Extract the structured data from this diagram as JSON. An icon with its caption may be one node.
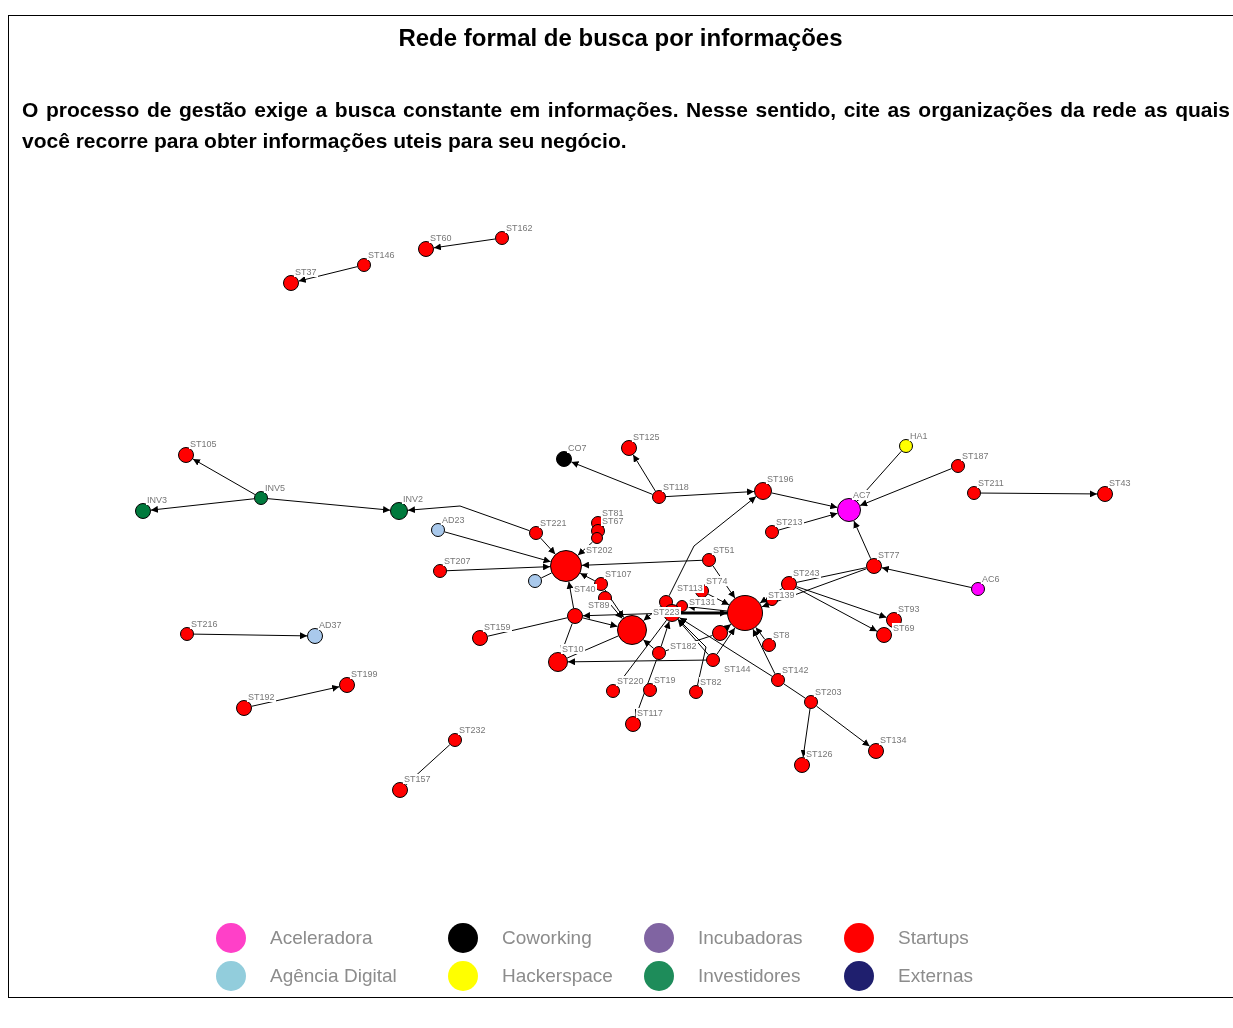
{
  "diagram": {
    "title": "Rede formal de busca por informações",
    "nodes": [
      {
        "text": [
          "ST162"
        ]
      },
      {
        "text": [
          "ST60"
        ]
      },
      {
        "text": [
          "ST146"
        ]
      },
      {
        "text": [
          "ST37"
        ]
      },
      {
        "text": [
          "ST105"
        ]
      },
      {
        "text": [
          "INV5"
        ]
      },
      {
        "text": [
          "INV3"
        ]
      },
      {
        "text": [
          "INV2"
        ]
      },
      {
        "text": [
          "AD23"
        ]
      },
      {
        "text": [
          "ST221"
        ]
      },
      {
        "text": [
          "ST81"
        ]
      },
      {
        "text": [
          "ST67"
        ]
      },
      {
        "text": [
          "ST125"
        ]
      },
      {
        "text": [
          "CO7"
        ]
      },
      {
        "text": [
          "ST118"
        ]
      },
      {
        "text": [
          "ST196"
        ]
      },
      {
        "text": [
          "HA1"
        ]
      },
      {
        "text": [
          "ST187"
        ]
      },
      {
        "text": [
          "AC7"
        ]
      },
      {
        "text": [
          "ST211"
        ]
      },
      {
        "text": [
          "ST43"
        ]
      },
      {
        "text": [
          "ST213"
        ]
      },
      {
        "text": [
          "ST202"
        ]
      },
      {
        "text": [],
        "shape": "circle"
      },
      {
        "text": [
          "ST207"
        ]
      },
      {
        "text": [],
        "shape": "circle"
      },
      {
        "text": [
          "ST51"
        ]
      },
      {
        "text": [
          "ST107"
        ]
      },
      {
        "text": [
          "ST40"
        ]
      },
      {
        "text": [
          "ST74"
        ]
      },
      {
        "text": [
          "ST113"
        ]
      },
      {
        "text": [
          "ST131"
        ]
      },
      {
        "text": [
          "ST223"
        ]
      },
      {
        "text": [],
        "shape": "circle"
      },
      {
        "text": [],
        "shape": "circle"
      },
      {
        "text": [
          "ST89"
        ]
      },
      {
        "text": [
          "ST159"
        ]
      },
      {
        "text": [
          "ST243"
        ]
      },
      {
        "text": [
          "ST139"
        ]
      },
      {
        "text": [
          "ST77"
        ]
      },
      {
        "text": [
          "AC6"
        ]
      },
      {
        "text": [
          "ST93"
        ]
      },
      {
        "text": [
          "ST69"
        ]
      },
      {
        "text": [
          "ST8"
        ]
      },
      {
        "text": [],
        "shape": "circle"
      },
      {
        "text": [
          "ST144"
        ]
      },
      {
        "text": [
          "ST182"
        ]
      },
      {
        "text": [
          "ST10"
        ]
      },
      {
        "text": [
          "ST142"
        ]
      },
      {
        "text": [
          "ST203"
        ]
      },
      {
        "text": [
          "ST220"
        ]
      },
      {
        "text": [
          "ST19"
        ]
      },
      {
        "text": [
          "ST82"
        ]
      },
      {
        "text": [
          "ST117"
        ]
      },
      {
        "text": [
          "ST134"
        ]
      },
      {
        "text": [
          "ST126"
        ]
      },
      {
        "text": [
          "ST216"
        ]
      },
      {
        "text": [
          "AD37"
        ]
      },
      {
        "text": [
          "ST192"
        ]
      },
      {
        "text": [
          "ST199"
        ]
      },
      {
        "text": [
          "ST232"
        ]
      },
      {
        "text": [
          "ST157"
        ]
      }
    ],
    "edges": [
      {
        "from": 0,
        "to": 1,
        "arrow": "to"
      },
      {
        "from": 2,
        "to": 3,
        "arrow": "to"
      },
      {
        "from": 5,
        "to": 4,
        "arrow": "to"
      },
      {
        "from": 5,
        "to": 6,
        "arrow": "to"
      },
      {
        "from": 5,
        "to": 7,
        "arrow": "to"
      },
      {
        "from": 9,
        "to": 7,
        "arrow": "to"
      },
      {
        "from": 8,
        "to": 23,
        "arrow": "to"
      },
      {
        "from": 9,
        "to": 23,
        "arrow": "to"
      },
      {
        "from": 22,
        "to": 23,
        "arrow": "to"
      },
      {
        "from": 24,
        "to": 23,
        "arrow": "to"
      },
      {
        "from": 26,
        "to": 23,
        "arrow": "to"
      },
      {
        "from": 27,
        "to": 23,
        "arrow": "to"
      },
      {
        "from": 35,
        "to": 23,
        "arrow": "to"
      },
      {
        "from": 25,
        "to": 23,
        "arrow": "none"
      },
      {
        "from": 14,
        "to": 13,
        "arrow": "to"
      },
      {
        "from": 14,
        "to": 12,
        "arrow": "to"
      },
      {
        "from": 14,
        "to": 15,
        "arrow": "to"
      },
      {
        "from": 30,
        "to": 15,
        "arrow": "to"
      },
      {
        "from": 15,
        "to": 18,
        "arrow": "to"
      },
      {
        "from": 21,
        "to": 18,
        "arrow": "to"
      },
      {
        "from": 16,
        "to": 18,
        "arrow": "to"
      },
      {
        "from": 17,
        "to": 18,
        "arrow": "to"
      },
      {
        "from": 39,
        "to": 18,
        "arrow": "to"
      },
      {
        "from": 40,
        "to": 39,
        "arrow": "to"
      },
      {
        "from": 19,
        "to": 20,
        "arrow": "to"
      },
      {
        "from": 39,
        "to": 34,
        "arrow": "to"
      },
      {
        "from": 39,
        "to": 37,
        "arrow": "none"
      },
      {
        "from": 37,
        "to": 41,
        "arrow": "to"
      },
      {
        "from": 37,
        "to": 42,
        "arrow": "to"
      },
      {
        "from": 37,
        "to": 34,
        "arrow": "to"
      },
      {
        "from": 26,
        "to": 34,
        "arrow": "to"
      },
      {
        "from": 29,
        "to": 34,
        "arrow": "to"
      },
      {
        "from": 32,
        "to": 34,
        "arrow": "to",
        "style": "thick"
      },
      {
        "from": 34,
        "to": 31,
        "arrow": "to"
      },
      {
        "from": 27,
        "to": 33,
        "arrow": "to"
      },
      {
        "from": 28,
        "to": 33,
        "arrow": "to"
      },
      {
        "from": 35,
        "to": 33,
        "arrow": "to"
      },
      {
        "from": 35,
        "to": 47,
        "arrow": "to"
      },
      {
        "from": 32,
        "to": 35,
        "arrow": "to"
      },
      {
        "from": 36,
        "to": 35,
        "arrow": "none"
      },
      {
        "from": 33,
        "to": 47,
        "arrow": "none"
      },
      {
        "from": 45,
        "to": 47,
        "arrow": "to"
      },
      {
        "from": 45,
        "to": 34,
        "arrow": "to"
      },
      {
        "from": 45,
        "to": 32,
        "arrow": "to"
      },
      {
        "from": 46,
        "to": 33,
        "arrow": "to"
      },
      {
        "from": 46,
        "to": 32,
        "arrow": "to"
      },
      {
        "from": 52,
        "to": 32,
        "arrow": "to"
      },
      {
        "from": 48,
        "to": 34,
        "arrow": "to"
      },
      {
        "from": 48,
        "to": 32,
        "arrow": "to"
      },
      {
        "from": 48,
        "to": 49,
        "arrow": "none"
      },
      {
        "from": 49,
        "to": 54,
        "arrow": "to"
      },
      {
        "from": 49,
        "to": 55,
        "arrow": "to"
      },
      {
        "from": 50,
        "to": 32,
        "arrow": "none"
      },
      {
        "from": 46,
        "to": 53,
        "arrow": "to"
      },
      {
        "from": 44,
        "to": 34,
        "arrow": "to"
      },
      {
        "from": 44,
        "to": 46,
        "arrow": "none"
      },
      {
        "from": 43,
        "to": 34,
        "arrow": "to"
      },
      {
        "from": 30,
        "to": 33,
        "arrow": "to"
      },
      {
        "from": 56,
        "to": 57,
        "arrow": "to"
      },
      {
        "from": 58,
        "to": 59,
        "arrow": "to"
      },
      {
        "from": 60,
        "to": 61,
        "arrow": "to"
      }
    ],
    "labels": [
      "O processo de gestão exige a busca constante em informações. Nesse sentido, cite as organizações da rede as quais você recorre para obter informações uteis para seu negócio."
    ],
    "legend": [
      {
        "text": "Aceleradora",
        "color": "#ff40c8"
      },
      {
        "text": "Coworking",
        "color": "#000000"
      },
      {
        "text": "Incubadoras",
        "color": "#8064a2"
      },
      {
        "text": "Startups",
        "color": "#ff0000"
      },
      {
        "text": "Agência Digital",
        "color": "#92cddc"
      },
      {
        "text": "Hackerspace",
        "color": "#ffff00"
      },
      {
        "text": "Investidores",
        "color": "#1e8c5a"
      },
      {
        "text": "Externas",
        "color": "#1f1f6e"
      }
    ]
  }
}
